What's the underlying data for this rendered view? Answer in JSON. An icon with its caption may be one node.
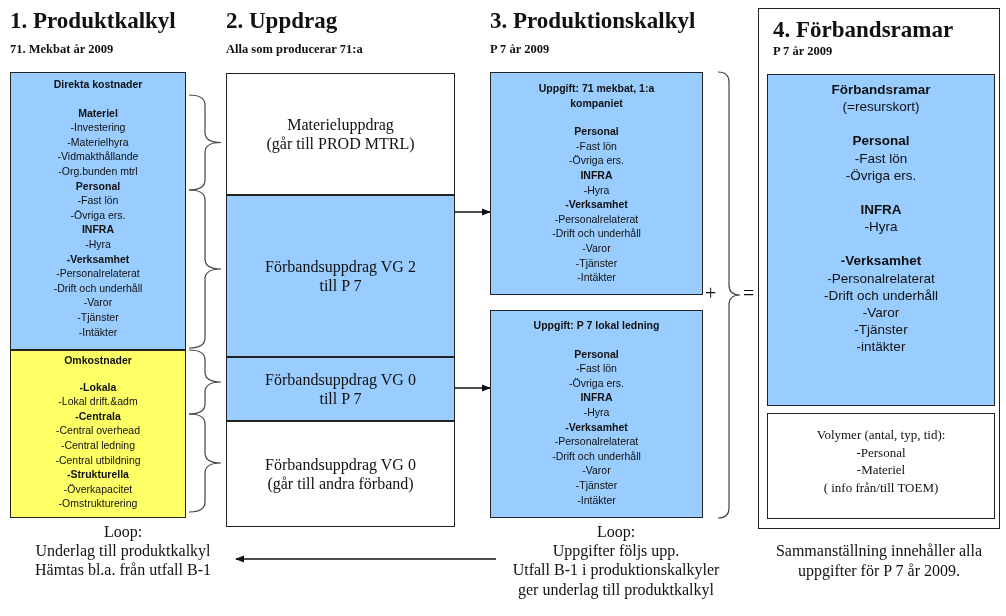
{
  "diagram": {
    "nodes": [
      {
        "text": [
          "Direkta kostnader",
          "**Materiel** -Investering -Materielhyra -Vidmakthållande -Org.bunden mtrl **Personal** -Fast lön -Övriga ers. **INFRA** -Hyra **-Verksamhet** -Personalrelaterat -Drift och underhåll -Varor -Tjänster -Intäkter"
        ]
      },
      {
        "text": [
          "Omkostnader",
          "**-Lokala** -Lokal drift.&adm **-Centrala** -Central overhead -Central ledning -Central utbildning **-Strukturella** -Överkapacitet -Omstrukturering"
        ]
      },
      {
        "text": [
          "Materieluppdrag (går till PROD MTRL)"
        ]
      },
      {
        "text": [
          "Förbandsuppdrag VG 2 till P 7"
        ]
      },
      {
        "text": [
          "Förbandsuppdrag VG 0 till P 7"
        ]
      },
      {
        "text": [
          "Förbandsuppdrag VG 0 (går till andra förband)"
        ]
      },
      {
        "text": [
          "Uppgift: 71 mekbat, 1:a kompaniet",
          "**Personal** -Fast lön -Övriga ers. **INFRA** -Hyra **-Verksamhet** -Personalrelaterat -Drift och underhåll -Varor -Tjänster -Intäkter"
        ]
      },
      {
        "text": [
          "Uppgift: P 7 lokal ledning",
          "**Personal** -Fast lön -Övriga ers. **INFRA** -Hyra **-Verksamhet** -Personalrelaterat -Drift och underhåll -Varor -Tjänster -Intäkter"
        ]
      },
      {
        "text": [
          "4. Förbandsramar",
          "P 7 år 2009"
        ]
      },
      {
        "text": [
          "Förbandsramar",
          "(=resurskort)",
          "**Personal** -Fast lön -Övriga ers.",
          "**INFRA** -Hyra",
          "**-Verksamhet** -Personalrelaterat -Drift och underhåll -Varor -Tjänster -intäkter"
        ],
        "in": 8
      },
      {
        "text": [
          "Volymer (antal, typ, tid): -Personal -Materiel",
          "( info från/till TOEM)"
        ],
        "in": 8
      },
      {
        "text": [
          "Loop:",
          "Underlag till produktkalkyl Hämtas bl.a. från utfall B-1"
        ]
      },
      {
        "text": [
          "Loop:",
          "Uppgifter följs upp.",
          "Utfall B-1 i produktionskalkyler ger underlag till produktkalkyl"
        ]
      }
    ],
    "edges": [
      {
        "from": 3,
        "to": 6,
        "arrow": "to"
      },
      {
        "from": 4,
        "to": 7,
        "arrow": "to"
      },
      {
        "from": 12,
        "to": 11,
        "arrow": "to"
      }
    ],
    "labels": [
      "1. Produktkalkyl",
      "71. Mekbat år 2009",
      "2. Uppdrag",
      "Alla som producerar 71:a",
      "3. Produktionskalkyl",
      "P 7 år 2009",
      "+",
      "=",
      "Sammanställning innehåller alla uppgifter för P 7 år 2009."
    ]
  }
}
